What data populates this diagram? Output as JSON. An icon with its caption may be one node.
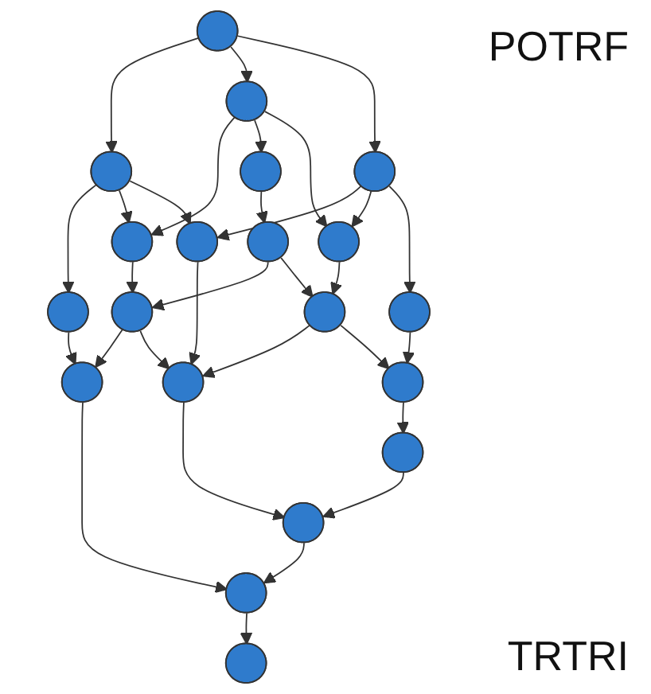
{
  "diagram": {
    "nodes": [
      {
        "text": [],
        "shape": "ellipse"
      },
      {
        "text": [],
        "shape": "ellipse"
      },
      {
        "text": [],
        "shape": "ellipse"
      },
      {
        "text": [],
        "shape": "ellipse"
      },
      {
        "text": [],
        "shape": "ellipse"
      },
      {
        "text": [],
        "shape": "ellipse"
      },
      {
        "text": [],
        "shape": "ellipse"
      },
      {
        "text": [],
        "shape": "ellipse"
      },
      {
        "text": [],
        "shape": "ellipse"
      },
      {
        "text": [],
        "shape": "ellipse"
      },
      {
        "text": [],
        "shape": "ellipse"
      },
      {
        "text": [],
        "shape": "ellipse"
      },
      {
        "text": [],
        "shape": "ellipse"
      },
      {
        "text": [],
        "shape": "ellipse"
      },
      {
        "text": [],
        "shape": "ellipse"
      },
      {
        "text": [],
        "shape": "ellipse"
      },
      {
        "text": [],
        "shape": "ellipse"
      },
      {
        "text": [],
        "shape": "ellipse"
      },
      {
        "text": [],
        "shape": "ellipse"
      },
      {
        "text": [],
        "shape": "ellipse"
      }
    ],
    "edges": [
      {
        "from": 0,
        "to": 1,
        "arrow": "to"
      },
      {
        "from": 0,
        "to": 2,
        "arrow": "to"
      },
      {
        "from": 0,
        "to": 3,
        "arrow": "to"
      },
      {
        "from": 1,
        "to": 4,
        "arrow": "to"
      },
      {
        "from": 1,
        "to": 5,
        "arrow": "to"
      },
      {
        "from": 1,
        "to": 7,
        "arrow": "to"
      },
      {
        "from": 2,
        "to": 5,
        "arrow": "to"
      },
      {
        "from": 2,
        "to": 6,
        "arrow": "to"
      },
      {
        "from": 2,
        "to": 8,
        "arrow": "to"
      },
      {
        "from": 3,
        "to": 7,
        "arrow": "to"
      },
      {
        "from": 3,
        "to": 8,
        "arrow": "to"
      },
      {
        "from": 3,
        "to": 9,
        "arrow": "to"
      },
      {
        "from": 4,
        "to": 13,
        "arrow": "to"
      },
      {
        "from": 5,
        "to": 11,
        "arrow": "to"
      },
      {
        "from": 6,
        "to": 10,
        "arrow": "to"
      },
      {
        "from": 7,
        "to": 14,
        "arrow": "to"
      },
      {
        "from": 8,
        "to": 12,
        "arrow": "to"
      },
      {
        "from": 9,
        "to": 15,
        "arrow": "to"
      },
      {
        "from": 10,
        "to": 11,
        "arrow": "to"
      },
      {
        "from": 10,
        "to": 12,
        "arrow": "to"
      },
      {
        "from": 11,
        "to": 13,
        "arrow": "to"
      },
      {
        "from": 11,
        "to": 14,
        "arrow": "to"
      },
      {
        "from": 12,
        "to": 14,
        "arrow": "to"
      },
      {
        "from": 12,
        "to": 15,
        "arrow": "to"
      },
      {
        "from": 15,
        "to": 16,
        "arrow": "to"
      },
      {
        "from": 16,
        "to": 17,
        "arrow": "to"
      },
      {
        "from": 14,
        "to": 17,
        "arrow": "to"
      },
      {
        "from": 17,
        "to": 18,
        "arrow": "to"
      },
      {
        "from": 13,
        "to": 18,
        "arrow": "to"
      },
      {
        "from": 18,
        "to": 19,
        "arrow": "to"
      }
    ],
    "labels": [
      "POTRF",
      "TRTRI"
    ]
  }
}
